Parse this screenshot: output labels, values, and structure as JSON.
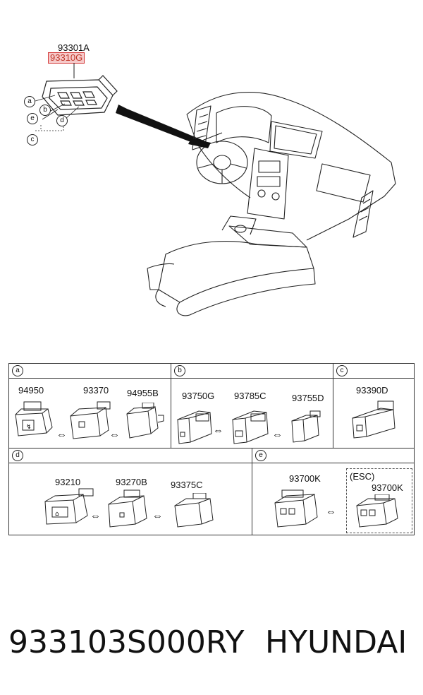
{
  "diagram": {
    "top": {
      "part_main": "93301A",
      "part_highlighted": "93310G",
      "callouts": [
        "a",
        "b",
        "c",
        "d",
        "e"
      ]
    },
    "table": {
      "sections": [
        {
          "id": "a",
          "parts": [
            "94950",
            "93370",
            "94955B"
          ]
        },
        {
          "id": "b",
          "parts": [
            "93750G",
            "93785C",
            "93755D"
          ]
        },
        {
          "id": "c",
          "parts": [
            "93390D"
          ]
        },
        {
          "id": "d",
          "parts": [
            "93210",
            "93270B",
            "93375C"
          ]
        },
        {
          "id": "e",
          "parts": [
            "93700K",
            "93700K"
          ],
          "esc_note": "(ESC)"
        }
      ]
    }
  },
  "footer": {
    "part_number": "933103S000RY",
    "brand": "HYUNDAI"
  }
}
